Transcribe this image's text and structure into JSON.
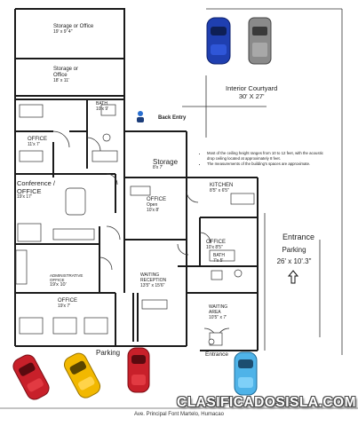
{
  "rooms": {
    "storage1": {
      "name": "Storage or Office",
      "dims": "19' x 9' 4\""
    },
    "storage2": {
      "name": "Storage or Office",
      "dims": "18' x 11'"
    },
    "bath1": {
      "name": "BATH",
      "dims": "10'x 9'"
    },
    "office1": {
      "name": "OFFICE",
      "dims": "11'x 7'"
    },
    "conference": {
      "name": "Conference / OFFICE",
      "dims": "19'x 17'"
    },
    "storage_center": {
      "name": "Storage",
      "dims": "8'x 7'"
    },
    "office_open": {
      "name": "OFFICE",
      "sub": "Open",
      "dims": "10'x 8'"
    },
    "kitchen": {
      "name": "KITCHEN",
      "dims": "8'5\" x 6'5\""
    },
    "office2": {
      "name": "OFFICE",
      "dims": "10'x 8'5\""
    },
    "bath2": {
      "name": "BATH",
      "dims": "7'x 5'"
    },
    "admin": {
      "name": "ADMINISTRATIVE OFFICE",
      "dims": "19'x 10'"
    },
    "office3": {
      "name": "OFFICE",
      "dims": "19'x 7'"
    },
    "waiting_reception": {
      "name": "WAITING RECEPTION",
      "dims": "13'5\" x 15'6\""
    },
    "waiting_area": {
      "name": "WAITING AREA",
      "dims": "10'5\" x 7'"
    }
  },
  "courtyard": {
    "name": "Interior Courtyard",
    "dims": "30' X 27'"
  },
  "back_entry": "Back Entry",
  "notes": [
    "Most of the ceiling height ranges from 10 to 12 feet, with the acoustic drop ceiling located at approximately 8 feet.",
    "The measurements of the building's spaces are approximate."
  ],
  "entrance_parking": {
    "title": "Entrance",
    "sub": "Parking",
    "dims": "26' x 10'.3\""
  },
  "parking_label": "Parking",
  "entrance_label": "Entrance",
  "brand": "CLASIFICADOSISLA.COM",
  "address": "Ave. Principal Font Martelo, Humacao",
  "colors": {
    "car_blue": "#1f3fb0",
    "car_gray": "#8a8a8a",
    "car_red": "#c8202a",
    "car_yellow": "#f2b800",
    "car_lightblue": "#4fb3e8",
    "wall": "#1a1a1a"
  }
}
